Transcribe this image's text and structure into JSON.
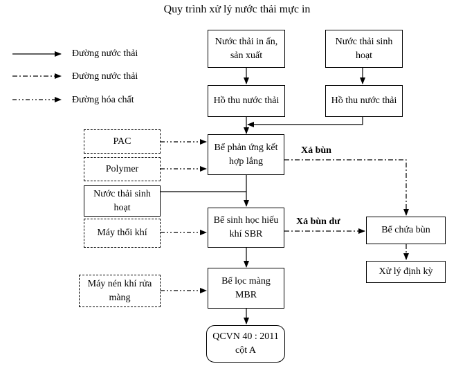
{
  "title": "Quy trình xử lý nước thải mực in",
  "legend": [
    {
      "label": "Đường nước thải",
      "style": "solid"
    },
    {
      "label": "Đường nước thải",
      "style": "dash-dot"
    },
    {
      "label": "Đường hóa chất",
      "style": "dash-dot-dot"
    }
  ],
  "nodes": {
    "nuoc_thai_in": "Nước thải in ấn, sản xuất",
    "nuoc_thai_sinh_hoat_top": "Nước thải sinh hoạt",
    "ho_thu_1": "Hồ thu nước thải",
    "ho_thu_2": "Hồ thu nước thải",
    "pac": "PAC",
    "polymer": "Polymer",
    "be_phan_ung": "Bể phản ứng kết hợp lắng",
    "nuoc_thai_sinh_hoat_mid": "Nước thải sinh hoạt",
    "may_thoi_khi": "Máy thổi khí",
    "be_sinh_hoc": "Bể sinh học hiếu khí SBR",
    "be_chua_bun": "Bể chứa bùn",
    "xu_ly_dinh_ky": "Xử lý định kỳ",
    "may_nen_khi": "Máy nén khí rửa màng",
    "be_loc_mang": "Bể lọc màng MBR",
    "qcvn": "QCVN 40 : 2011 cột A"
  },
  "edge_labels": {
    "xa_bun": "Xả bùn",
    "xa_bun_du": "Xả bùn dư"
  }
}
